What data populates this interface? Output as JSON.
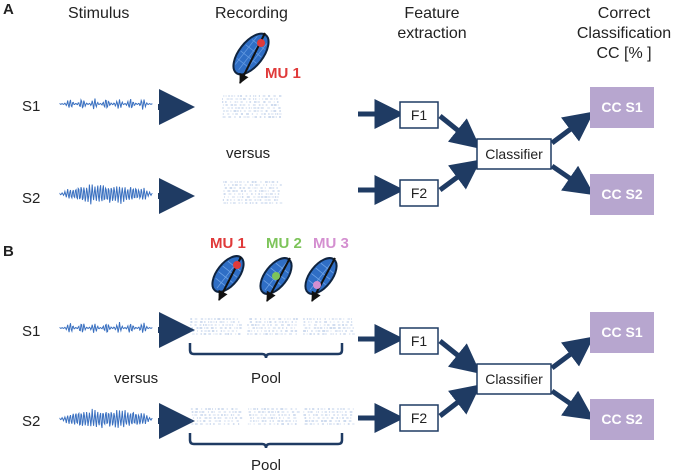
{
  "headers": {
    "stimulus": "Stimulus",
    "recording": "Recording",
    "feature_line1": "Feature",
    "feature_line2": "extraction",
    "correct_line1": "Correct",
    "correct_line2": "Classification",
    "correct_line3": "CC  [% ]"
  },
  "panel_a": {
    "label": "A",
    "row1": "S1",
    "row2": "S2",
    "mu_label": "MU 1",
    "versus": "versus",
    "feature1": "F1",
    "feature2": "F2",
    "classifier": "Classifier",
    "cc1": "CC S1",
    "cc2": "CC S2"
  },
  "panel_b": {
    "label": "B",
    "row1": "S1",
    "row2": "S2",
    "mu_labels": [
      "MU 1",
      "MU 2",
      "MU 3"
    ],
    "versus": "versus",
    "pool1": "Pool",
    "pool2": "Pool",
    "feature1": "F1",
    "feature2": "F2",
    "classifier": "Classifier",
    "cc1": "CC S1",
    "cc2": "CC S2"
  },
  "colors": {
    "navy": "#1f3b63",
    "signal": "#3a70c0",
    "cc_fill": "#b7a6cf",
    "mu1": "#e03a3a",
    "mu2": "#7dc45a",
    "mu3": "#d48fd0"
  }
}
